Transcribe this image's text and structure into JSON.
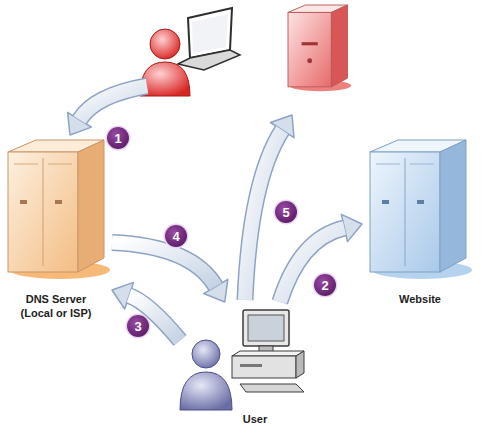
{
  "diagram": {
    "nodes": [
      {
        "text": [
          "DNS Server (Local or ISP)"
        ]
      },
      {
        "text": [
          "Website"
        ]
      },
      {
        "text": [
          "User"
        ]
      }
    ],
    "edges": [
      {
        "from": 2,
        "to": 1,
        "arrow": "to",
        "label": "2"
      },
      {
        "from": 2,
        "to": 0,
        "arrow": "to",
        "label": "3"
      },
      {
        "from": 0,
        "to": 2,
        "arrow": "to",
        "label": "4"
      }
    ],
    "labels": [
      "1",
      "5"
    ]
  }
}
